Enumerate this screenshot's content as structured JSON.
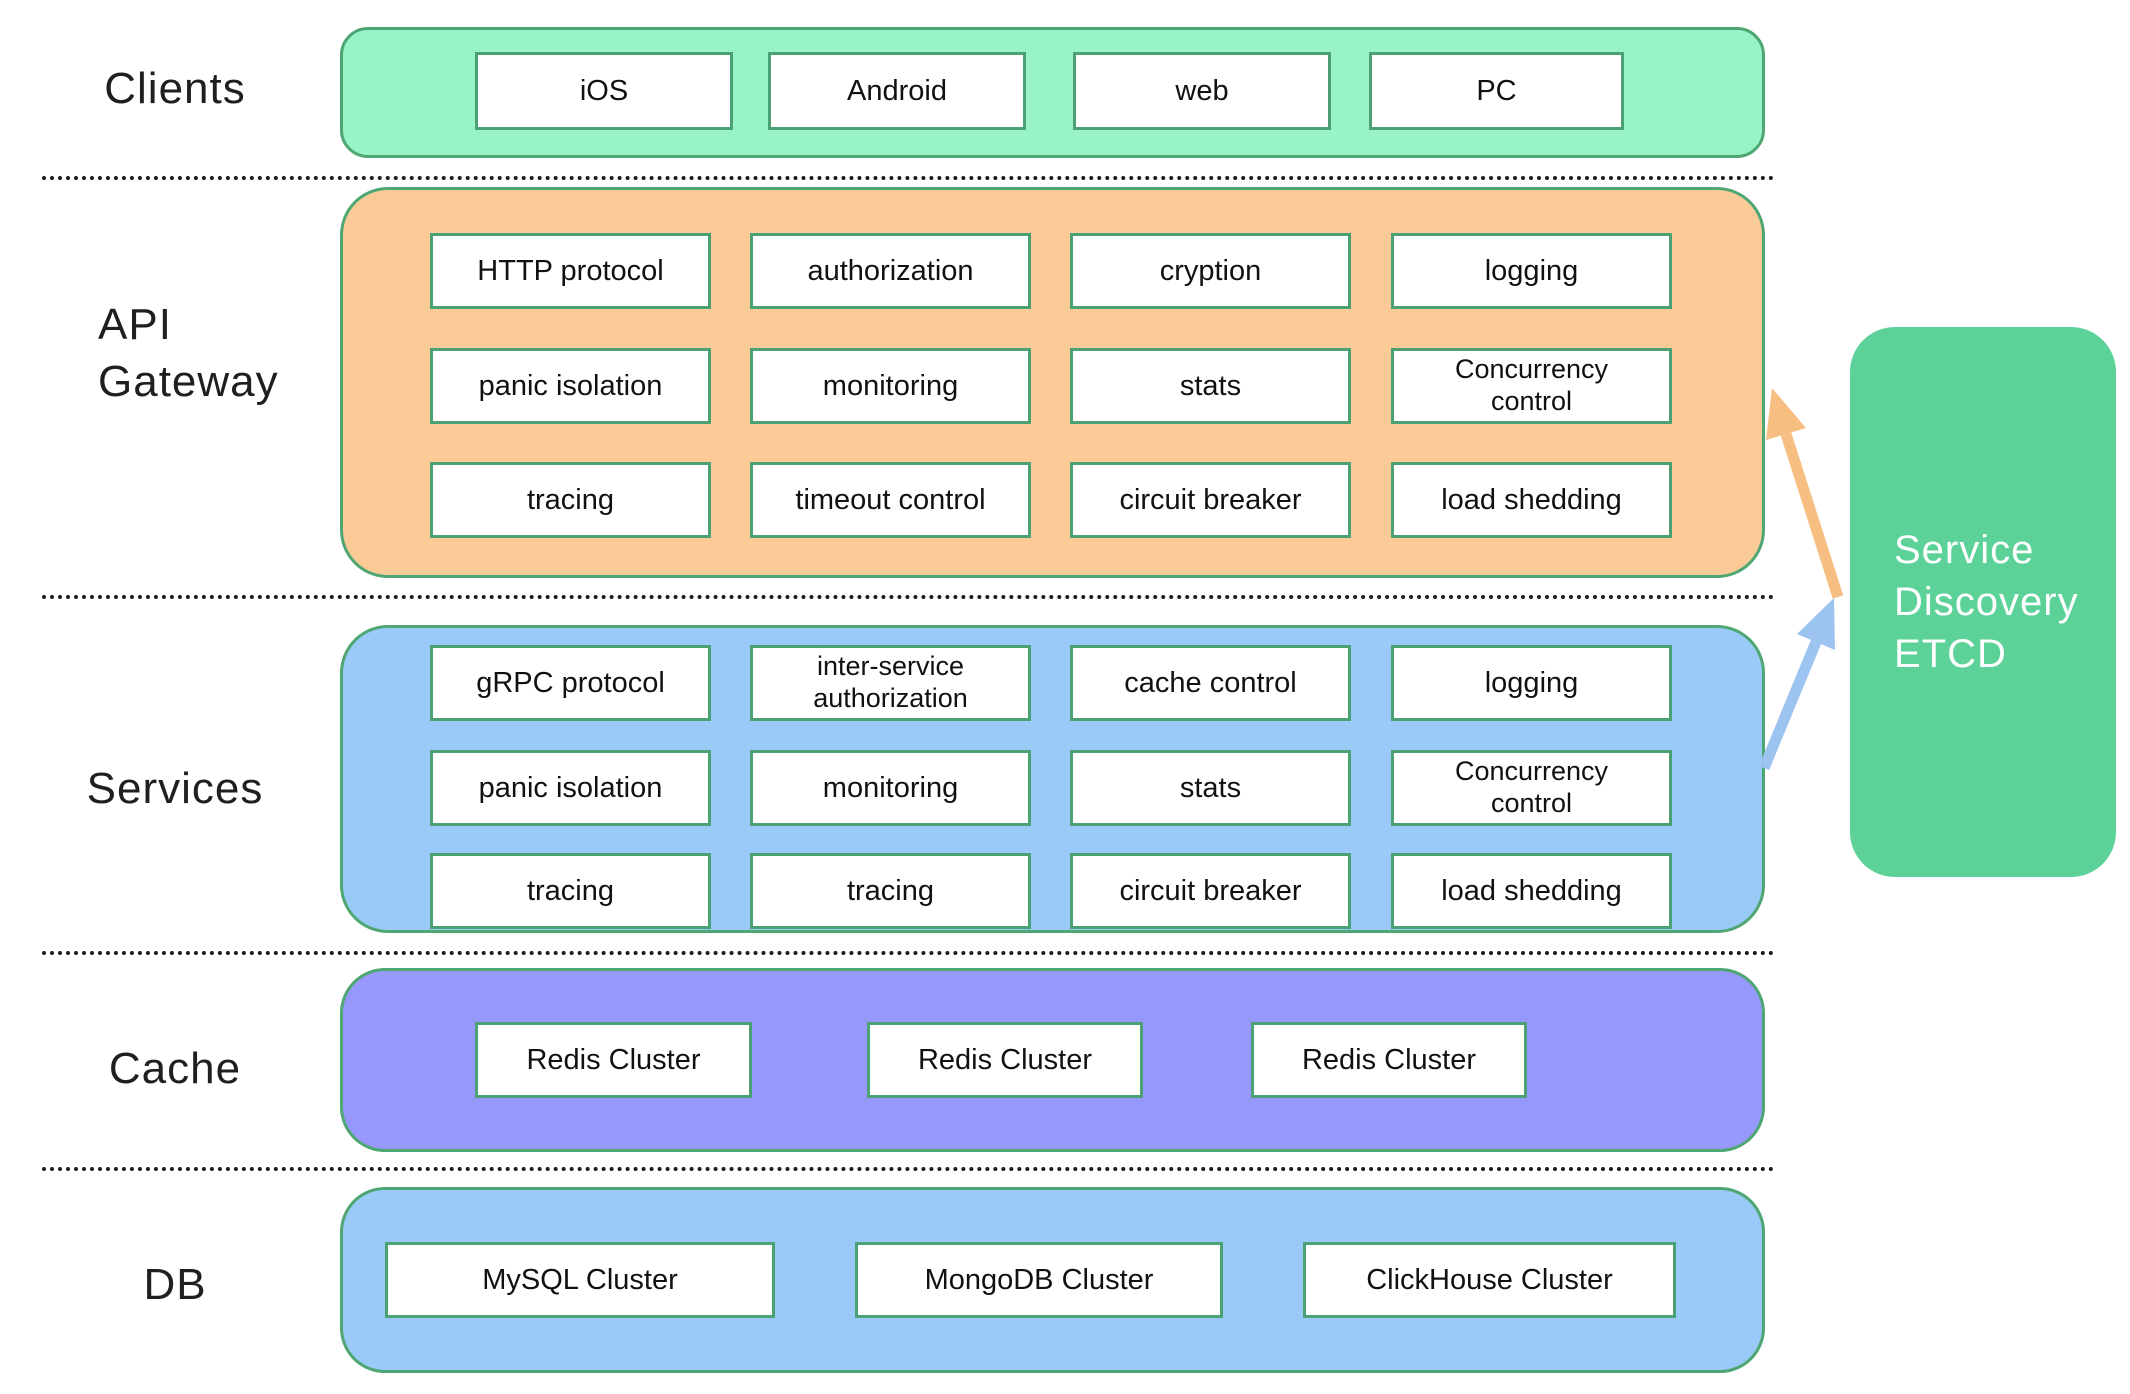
{
  "layers": [
    {
      "id": "clients",
      "label": "Clients",
      "items": [
        "iOS",
        "Android",
        "web",
        "PC"
      ]
    },
    {
      "id": "api-gateway",
      "label_lines": [
        "API",
        "Gateway"
      ],
      "rows": [
        [
          "HTTP protocol",
          "authorization",
          "cryption",
          "logging"
        ],
        [
          "panic isolation",
          "monitoring",
          "stats",
          "Concurrency control"
        ],
        [
          "tracing",
          "timeout control",
          "circuit breaker",
          "load shedding"
        ]
      ]
    },
    {
      "id": "services",
      "label": "Services",
      "rows": [
        [
          "gRPC protocol",
          "inter-service authorization",
          "cache control",
          "logging"
        ],
        [
          "panic isolation",
          "monitoring",
          "stats",
          "Concurrency control"
        ],
        [
          "tracing",
          "tracing",
          "circuit breaker",
          "load shedding"
        ]
      ]
    },
    {
      "id": "cache",
      "label": "Cache",
      "items": [
        "Redis Cluster",
        "Redis Cluster",
        "Redis Cluster"
      ]
    },
    {
      "id": "db",
      "label": "DB",
      "items": [
        "MySQL Cluster",
        "MongoDB Cluster",
        "ClickHouse Cluster"
      ]
    }
  ],
  "sidebox": {
    "lines": [
      "Service",
      "Discovery",
      "ETCD"
    ]
  },
  "colors": {
    "clients_fill": "#98f4c6",
    "gateway_fill": "#fbcb97",
    "services_fill": "#9acaf7",
    "cache_fill": "#9698fb",
    "db_fill": "#9acaf7",
    "etcd_fill": "#5cd298",
    "bar_border": "#4ea673",
    "box_border": "#4ba173",
    "arrow_orange": "#f6be80",
    "arrow_blue": "#9dc3f0",
    "label_text": "#1f1f1f",
    "etcd_text": "#ffffff"
  }
}
